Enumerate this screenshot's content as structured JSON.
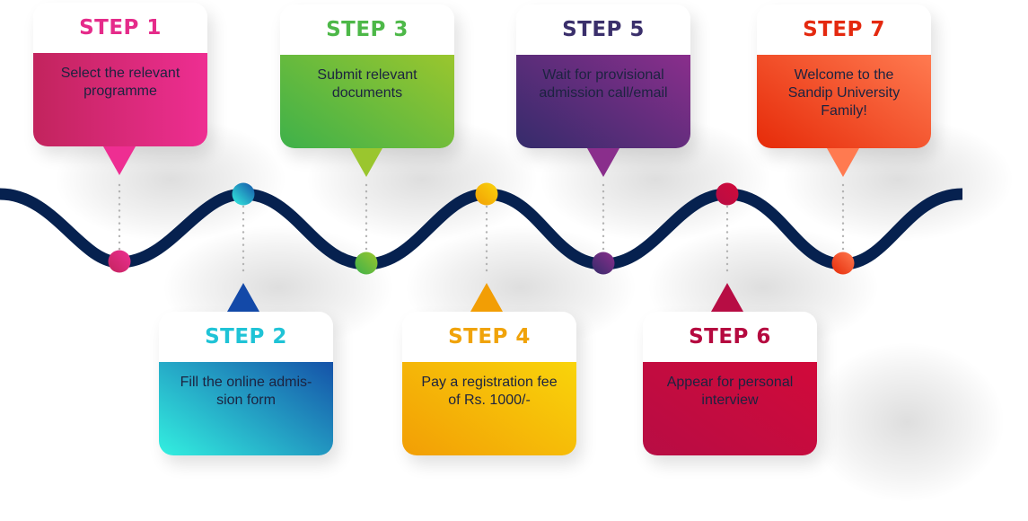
{
  "title": "Admission Process Steps",
  "colors": {
    "wave": "#06214f",
    "connector_dots": "#b3b3b3"
  },
  "steps": [
    {
      "number": 1,
      "label": "STEP 1",
      "text_lines": [
        "Select the relevant",
        "programme"
      ],
      "position": "top",
      "heading_color": "#e52b8a",
      "grad_from": "#c2245d",
      "grad_to": "#ee2e92"
    },
    {
      "number": 2,
      "label": "STEP 2",
      "text_lines": [
        "Fill the online admis-",
        "sion form"
      ],
      "position": "bottom",
      "heading_color": "#1fc3d6",
      "grad_from": "#33f0e0",
      "grad_to": "#1552a8"
    },
    {
      "number": 3,
      "label": "STEP 3",
      "text_lines": [
        "Submit relevant",
        "documents"
      ],
      "position": "top",
      "heading_color": "#4db848",
      "grad_from": "#3eb14a",
      "grad_to": "#9ac62e"
    },
    {
      "number": 4,
      "label": "STEP 4",
      "text_lines": [
        "Pay a registration fee",
        "of Rs. 1000/-"
      ],
      "position": "bottom",
      "heading_color": "#f0a30a",
      "grad_from": "#f29e05",
      "grad_to": "#f9d40b"
    },
    {
      "number": 5,
      "label": "STEP 5",
      "text_lines": [
        "Wait for provisional",
        "admission call/email"
      ],
      "position": "top",
      "heading_color": "#3a2f6b",
      "grad_from": "#352c6b",
      "grad_to": "#8a2e8c"
    },
    {
      "number": 6,
      "label": "STEP 6",
      "text_lines": [
        "Appear for personal",
        "interview"
      ],
      "position": "bottom",
      "heading_color": "#b5093f",
      "grad_from": "#b70d44",
      "grad_to": "#d10a3a"
    },
    {
      "number": 7,
      "label": "STEP 7",
      "text_lines": [
        "Welcome to the",
        "Sandip University",
        "Family!"
      ],
      "position": "top",
      "heading_color": "#e4290f",
      "grad_from": "#e62b09",
      "grad_to": "#ff7a50"
    }
  ]
}
